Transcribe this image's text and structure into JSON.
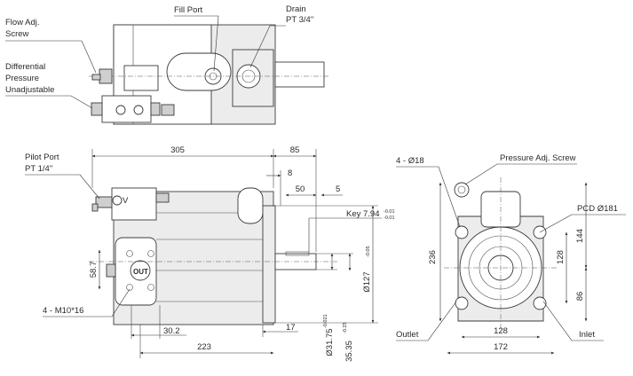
{
  "labels": {
    "flow_adj": [
      "Flow Adj.",
      "Screw"
    ],
    "differential": [
      "Differential",
      "Pressure",
      "Unadjustable"
    ],
    "fill_port": "Fill Port",
    "drain": [
      "Drain",
      "PT 3/4\""
    ],
    "pilot_port": [
      "Pilot Port",
      "PT 1/4\""
    ],
    "m10": "4 - M10*16",
    "out": "OUT",
    "v": "V",
    "key": "Key 7.94",
    "key_tol_top": "-0.01",
    "key_tol_bot": "-0.01",
    "holes": "4 - Ø18",
    "pressure_adj": "Pressure Adj. Screw",
    "pcd": "PCD Ø181",
    "outlet": "Outlet",
    "inlet": "Inlet"
  },
  "dims": {
    "d305": "305",
    "d85": "85",
    "d8": "8",
    "d50": "50",
    "d5": "5",
    "d58_7": "58.7",
    "d30_2": "30.2",
    "d223": "223",
    "d17": "17",
    "d127": "Ø127",
    "d127_tol": "-0.05",
    "d31_75": "Ø31.75",
    "d31_75_tol": "-0.021",
    "d35_35": "35.35",
    "d35_35_tol": "-0.25",
    "d236": "236",
    "d144": "144",
    "d128v": "128",
    "d86": "86",
    "d128h": "128",
    "d172": "172"
  }
}
